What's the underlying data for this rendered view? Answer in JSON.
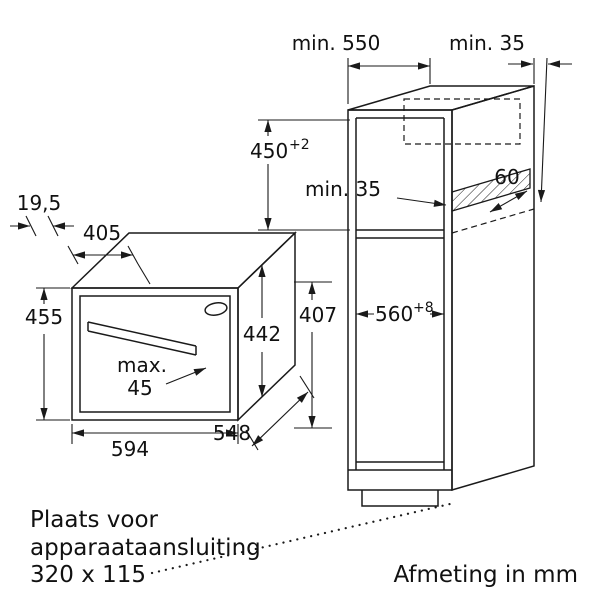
{
  "notes": {
    "place_line1": "Plaats voor",
    "place_line2": "apparaataansluiting",
    "place_line3": "320 x 115",
    "units": "Afmeting in mm"
  },
  "oven_dims": {
    "top_offset": "19,5",
    "top_depth": "405",
    "height": "455",
    "body_height": "442",
    "max_label": "max.",
    "max_value": "45",
    "width": "594",
    "depth": "548",
    "rear_height": "407"
  },
  "cabinet_dims": {
    "min_depth": "min. 550",
    "min_top_gap": "min. 35",
    "niche_height": "450",
    "niche_height_tol": "+2",
    "min_rear_gap": "min. 35",
    "recess_depth": "60",
    "niche_width": "560",
    "niche_width_tol": "+8"
  },
  "colors": {
    "line": "#1a1a1a",
    "background": "#ffffff"
  }
}
